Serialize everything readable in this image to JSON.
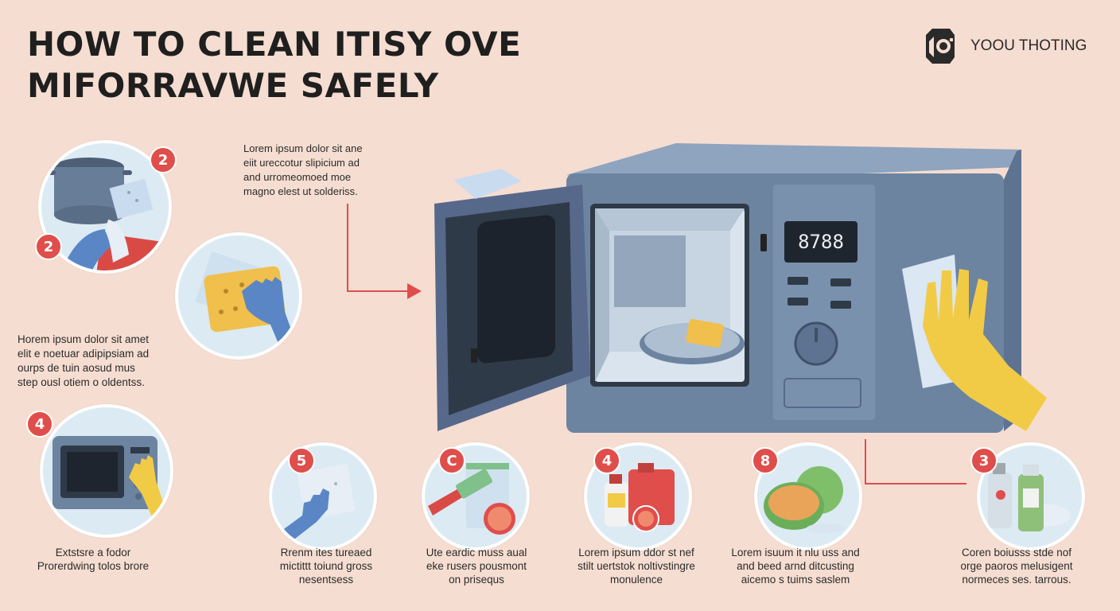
{
  "header": {
    "title_line1": "HOW TO CLEAN ITISY OVE",
    "title_line2": "MIFORRAVWE SAFELY",
    "brand_name": "YOOU THOTING",
    "brand_icon": "camera-logo-icon"
  },
  "intro": {
    "lines": [
      "Lorem ipsum dolor sit ane",
      "eiit ureccotur slipicium ad",
      "and urromeomoed moe",
      "magno elest ut solderiss."
    ]
  },
  "left_text": {
    "lines": [
      "Horem ipsum dolor sit amet",
      "elit e noetuar adipipsiam ad",
      "ourps de tuin aosud mus",
      "step ousl otiem o oldentss."
    ]
  },
  "microwave": {
    "display": "8788"
  },
  "top_steps": [
    {
      "badge_a": "2",
      "badge_b": "2",
      "icon": "pot-and-sponge-icon"
    },
    {
      "icon": "glove-sponge-icon"
    }
  ],
  "steps": [
    {
      "badge": "4",
      "icon": "microwave-glove-icon",
      "lines": [
        "Extstsre a fodor",
        "Prorerdwing tolos brore"
      ]
    },
    {
      "badge": "5",
      "icon": "glove-cloth-icon",
      "lines": [
        "Rrenm ites tureaed",
        "mictittt toiund gross",
        "nesentsess"
      ]
    },
    {
      "badge": "C",
      "icon": "spatula-bag-grapefruit-icon",
      "lines": [
        "Ute eardic muss aual",
        "eke rusers pousmont",
        "on prisequs"
      ]
    },
    {
      "badge": "4",
      "icon": "cleaning-products-icon",
      "lines": [
        "Lorem ipsum ddor st nef",
        "stilt uertstok noltivstingre",
        "monulence"
      ]
    },
    {
      "badge": "8",
      "icon": "halved-melon-icon",
      "lines": [
        "Lorem isuum it nlu uss and",
        "and beed arnd ditcusting",
        "aicemo s tuims saslem"
      ]
    },
    {
      "badge": "3",
      "icon": "spray-bottles-icon",
      "lines": [
        "Coren boiusss stde nof",
        "orge paoros melusigent",
        "normeces ses. tarrous."
      ]
    }
  ],
  "colors": {
    "background": "#f6ddd1",
    "accent": "#df4e4b",
    "microwave": "#6d84a0",
    "glove_blue": "#5b86c5",
    "glove_yellow": "#f2cb46"
  }
}
